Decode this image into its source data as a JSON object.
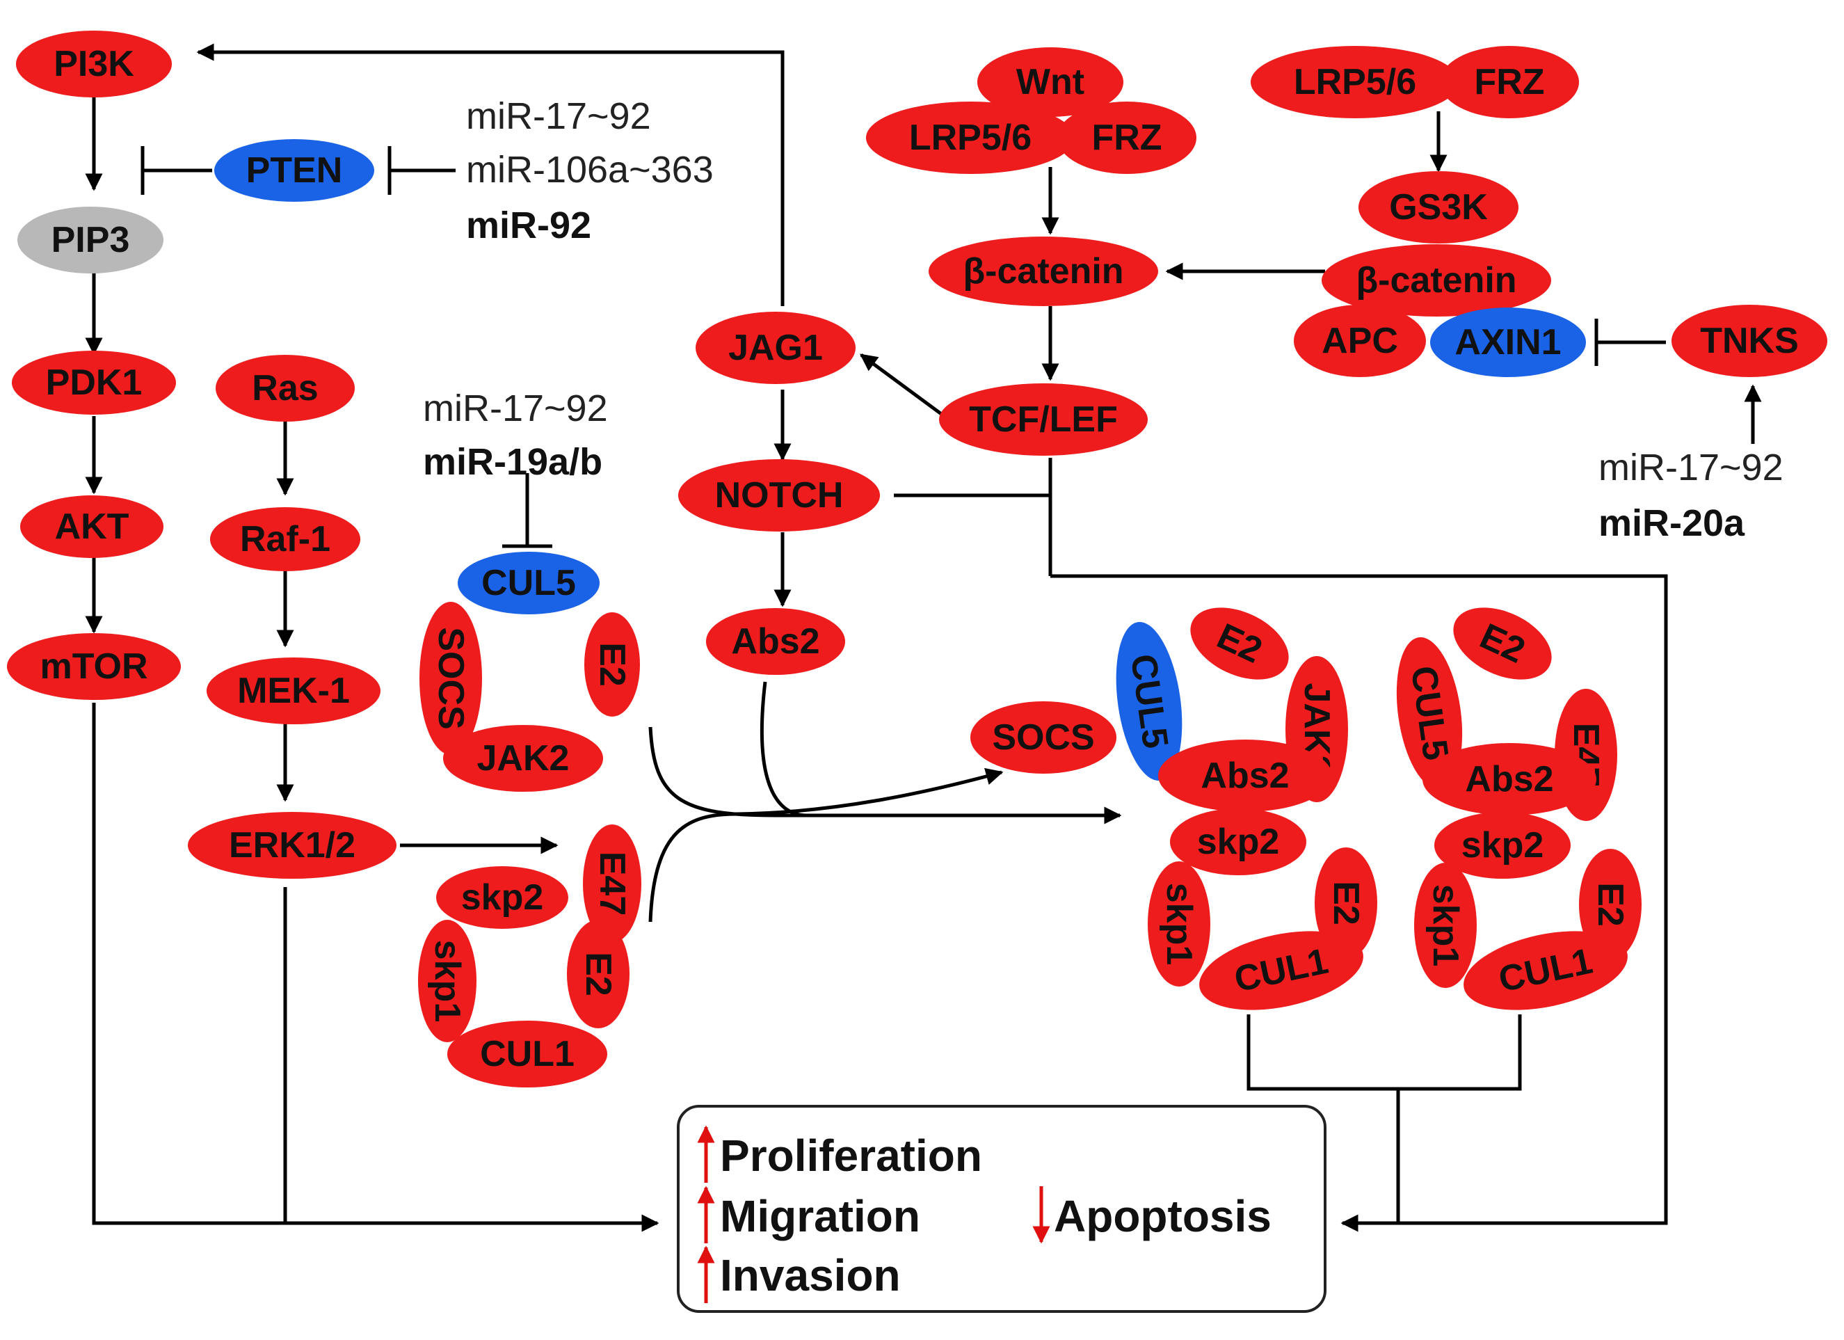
{
  "colors": {
    "node_red": "#ee1c1c",
    "node_blue": "#1a63e6",
    "node_gray": "#b8b8b8",
    "arrow_up": "#e01010",
    "line": "#000000"
  },
  "nodes": {
    "pi3k": "PI3K",
    "pten": "PTEN",
    "pip3": "PIP3",
    "pdk1": "PDK1",
    "akt": "AKT",
    "mtor": "mTOR",
    "ras": "Ras",
    "raf1": "Raf-1",
    "mek1": "MEK-1",
    "erk": "ERK1/2",
    "cul5": "CUL5",
    "socs": "SOCS",
    "e2": "E2",
    "jak2": "JAK2",
    "e47": "E47",
    "skp2": "skp2",
    "skp1": "skp1",
    "cul1": "CUL1",
    "jag1": "JAG1",
    "notch": "NOTCH",
    "abs2": "Abs2",
    "wnt": "Wnt",
    "lrp56": "LRP5/6",
    "frz": "FRZ",
    "beta_catenin": "β-catenin",
    "tcf_lef": "TCF/LEF",
    "gs3k": "GS3K",
    "apc": "APC",
    "axin1": "AXIN1",
    "tnks": "TNKS"
  },
  "mirna": {
    "cluster": "miR-17~92",
    "cluster_106": "miR-106a~363",
    "mir92": "miR-92",
    "mir19": "miR-19a/b",
    "mir20a": "miR-20a"
  },
  "outcomes": {
    "proliferation": "Proliferation",
    "migration": "Migration",
    "invasion": "Invasion",
    "apoptosis": "Apoptosis"
  }
}
